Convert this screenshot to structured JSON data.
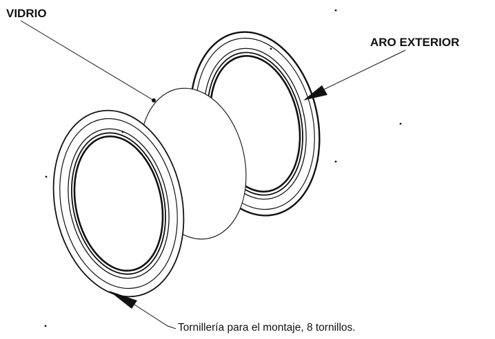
{
  "labels": {
    "glass": "VIDRIO",
    "outer_ring": "ARO EXTERIOR",
    "hardware": "Tornillería para el montaje, 8 tornillos."
  },
  "colors": {
    "ink": "#111111",
    "background": "#ffffff"
  }
}
